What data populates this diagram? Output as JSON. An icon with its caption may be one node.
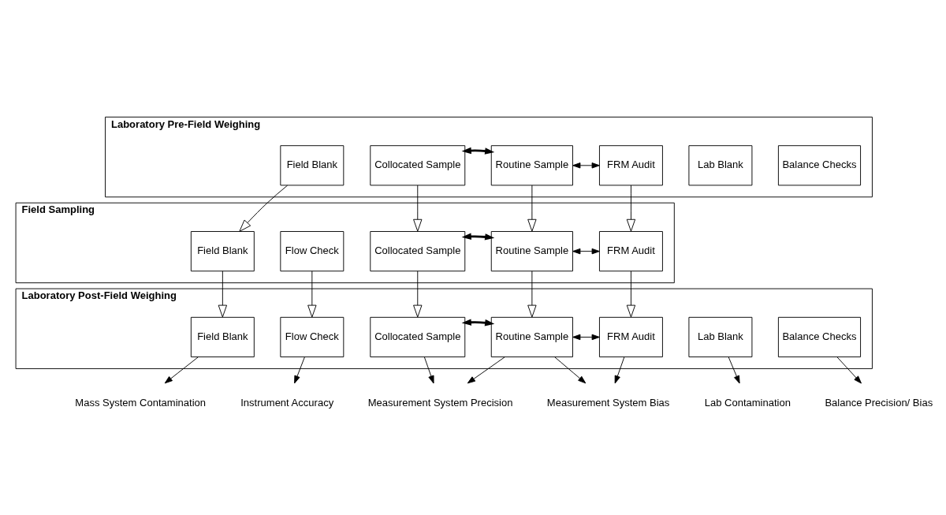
{
  "diagram": {
    "nodes": [
      {
        "text": [
          "Laboratory Pre-Field Weighing"
        ]
      },
      {
        "text": [
          "Field Blank"
        ],
        "in": 0
      },
      {
        "text": [
          "Routine Sample"
        ],
        "in": 0
      },
      {
        "text": [
          "Collocated Sample"
        ],
        "in": 0
      },
      {
        "text": [
          "FRM Audit"
        ],
        "in": 0
      },
      {
        "text": [
          "Lab Blank"
        ],
        "in": 0
      },
      {
        "text": [
          "Balance Checks"
        ],
        "in": 0
      },
      {
        "text": [
          "Field Sampling"
        ]
      },
      {
        "text": [
          "Field Blank"
        ],
        "in": 7
      },
      {
        "text": [
          "Flow Check"
        ],
        "in": 7
      },
      {
        "text": [
          "Routine Sample"
        ],
        "in": 7
      },
      {
        "text": [
          "Collocated Sample"
        ],
        "in": 7
      },
      {
        "text": [
          "FRM Audit"
        ],
        "in": 7
      },
      {
        "text": [
          "Laboratory Post-Field Weighing"
        ]
      },
      {
        "text": [
          "Field Blank"
        ],
        "in": 13
      },
      {
        "text": [
          "Flow Check"
        ],
        "in": 13
      },
      {
        "text": [
          "Routine Sample"
        ],
        "in": 13
      },
      {
        "text": [
          "Collocated Sample"
        ],
        "in": 13
      },
      {
        "text": [
          "FRM Audit"
        ],
        "in": 13
      },
      {
        "text": [
          "Lab Blank"
        ],
        "in": 13
      },
      {
        "text": [
          "Balance Checks"
        ],
        "in": 13
      },
      {
        "text": [
          "Mass System Contamination"
        ]
      },
      {
        "text": [
          "Instrument Accuracy"
        ]
      },
      {
        "text": [
          "Measurement System Precision"
        ]
      },
      {
        "text": [
          "Measurement System Bias"
        ]
      },
      {
        "text": [
          "Lab Contamination"
        ]
      },
      {
        "text": [
          "Balance Precision/ Bias"
        ]
      }
    ],
    "edges": [
      {
        "from": 4,
        "to": 2,
        "arrow": "both"
      },
      {
        "from": 2,
        "to": 3,
        "arrow": "both",
        "style": "thick"
      },
      {
        "from": 1,
        "to": 8,
        "arrow": "to"
      },
      {
        "from": 2,
        "to": 10,
        "arrow": "to"
      },
      {
        "from": 3,
        "to": 11,
        "arrow": "to"
      },
      {
        "from": 4,
        "to": 12,
        "arrow": "to"
      },
      {
        "from": 12,
        "to": 10,
        "arrow": "both"
      },
      {
        "from": 10,
        "to": 11,
        "arrow": "both",
        "style": "thick"
      },
      {
        "from": 8,
        "to": 14,
        "arrow": "to"
      },
      {
        "from": 9,
        "to": 15,
        "arrow": "to"
      },
      {
        "from": 10,
        "to": 16,
        "arrow": "to"
      },
      {
        "from": 11,
        "to": 17,
        "arrow": "to"
      },
      {
        "from": 12,
        "to": 18,
        "arrow": "to"
      },
      {
        "from": 18,
        "to": 16,
        "arrow": "both"
      },
      {
        "from": 16,
        "to": 17,
        "arrow": "both",
        "style": "thick"
      },
      {
        "from": 14,
        "to": 21,
        "arrow": "to"
      },
      {
        "from": 15,
        "to": 22,
        "arrow": "to"
      },
      {
        "from": 16,
        "to": 23,
        "arrow": "to"
      },
      {
        "from": 17,
        "to": 23,
        "arrow": "to"
      },
      {
        "from": 16,
        "to": 24,
        "arrow": "to"
      },
      {
        "from": 18,
        "to": 24,
        "arrow": "to"
      },
      {
        "from": 19,
        "to": 25,
        "arrow": "to"
      },
      {
        "from": 20,
        "to": 26,
        "arrow": "to"
      }
    ]
  }
}
